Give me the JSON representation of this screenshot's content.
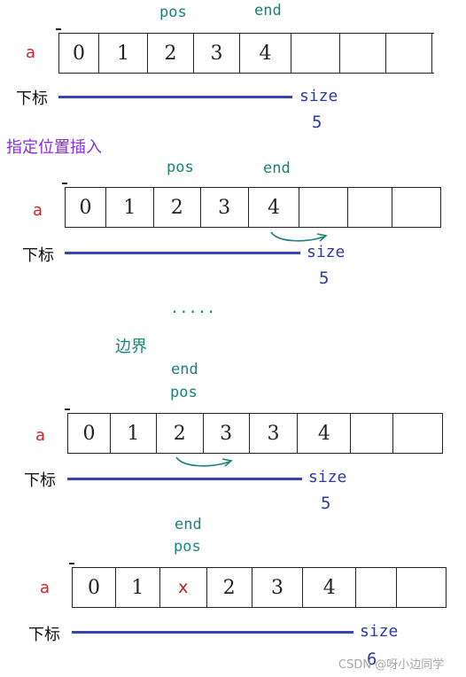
{
  "labels": {
    "array_name": "a",
    "subscript": "下标",
    "size": "size",
    "pos": "pos",
    "end": "end",
    "insert_heading": "指定位置插入",
    "dots": ".....",
    "boundary_heading": "边界",
    "watermark": "CSDN @呀小边同学"
  },
  "colors": {
    "pointer": "#17847a",
    "size": "#2e3a9e",
    "array_name": "#d42020",
    "heading_purple": "#8a2be2",
    "heading_teal": "#17847a",
    "line": "#3545b5"
  },
  "diagrams": [
    {
      "cells": [
        "0",
        "1",
        "2",
        "3",
        "4",
        "",
        "",
        ""
      ],
      "size_value": "5"
    },
    {
      "cells": [
        "0",
        "1",
        "2",
        "3",
        "4",
        "",
        "",
        ""
      ],
      "size_value": "5"
    },
    {
      "cells": [
        "0",
        "1",
        "2",
        "3",
        "3",
        "4",
        "",
        ""
      ],
      "size_value": "5"
    },
    {
      "cells": [
        "0",
        "1",
        "x",
        "2",
        "3",
        "4",
        "",
        ""
      ],
      "size_value": "6"
    }
  ]
}
